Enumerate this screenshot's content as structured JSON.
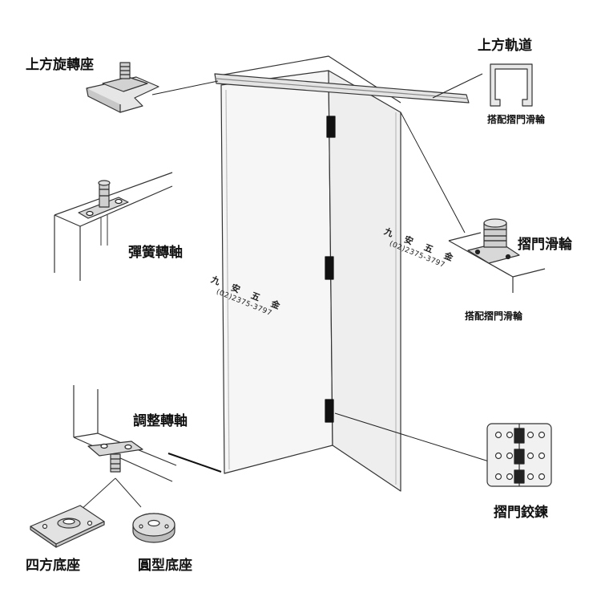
{
  "labels": {
    "top_pivot": "上方旋轉座",
    "top_track": "上方軌道",
    "track_note": "搭配摺門滑輪",
    "spring_pivot": "彈簧轉軸",
    "fold_roller": "摺門滑輪",
    "roller_note": "搭配摺門滑輪",
    "adjust_pivot": "調整轉軸",
    "fold_hinge": "摺門鉸鍊",
    "square_base": "四方底座",
    "round_base": "圓型底座"
  },
  "watermark": {
    "name": "九 安 五 金",
    "phone": "(02)2375-3797"
  },
  "colors": {
    "line": "#222222",
    "panel_fill": "#f4f4f4",
    "hardware_fill": "#dcdcdc",
    "hinge_block": "#111111"
  }
}
